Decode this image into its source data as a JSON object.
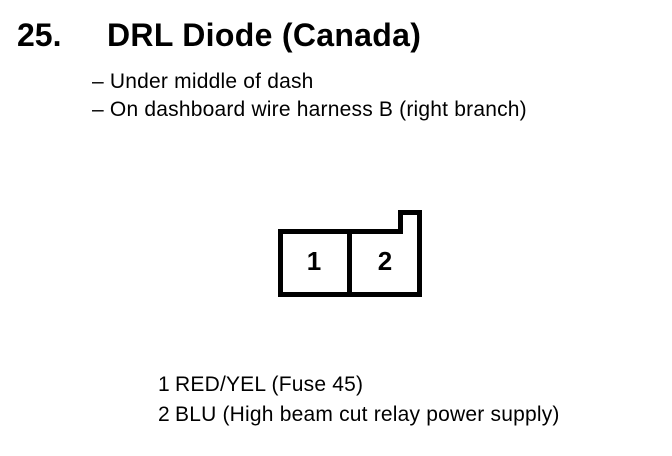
{
  "colors": {
    "ink": "#000000",
    "paper": "#ffffff"
  },
  "header": {
    "item_number": "25.",
    "title": "DRL Diode (Canada)",
    "location_notes": [
      "– Under middle of dash",
      "– On dashboard wire harness B (right branch)"
    ]
  },
  "connector": {
    "cavities": [
      {
        "pin": "1"
      },
      {
        "pin": "2"
      }
    ]
  },
  "pin_list": [
    {
      "pin": "1",
      "description": "RED/YEL (Fuse 45)"
    },
    {
      "pin": "2",
      "description": "BLU (High beam cut relay power supply)"
    }
  ]
}
